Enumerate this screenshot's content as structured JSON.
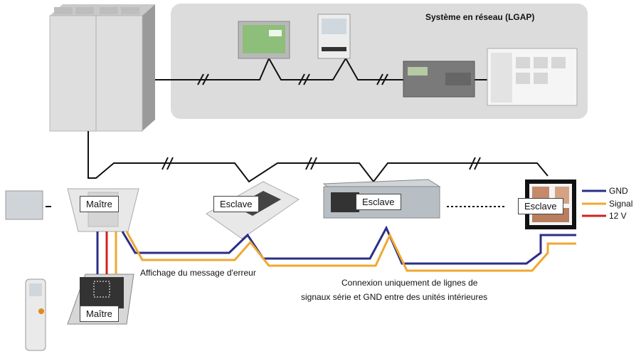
{
  "network": {
    "title": "Système en réseau (LGAP)"
  },
  "units": {
    "master_cassette": "Maître",
    "slave_cassette": "Esclave",
    "slave_duct": "Esclave",
    "slave_wall": "Esclave",
    "master_controller": "Maître"
  },
  "captions": {
    "error_display": "Affichage du message d'erreur",
    "serial_line1": "Connexion uniquement de lignes de",
    "serial_line2": "signaux série et GND entre des unités intérieures"
  },
  "legend": [
    {
      "label": "GND",
      "color": "#2b2f86"
    },
    {
      "label": "Signal",
      "color": "#f0a830"
    },
    {
      "label": "12 V",
      "color": "#d42020"
    }
  ]
}
